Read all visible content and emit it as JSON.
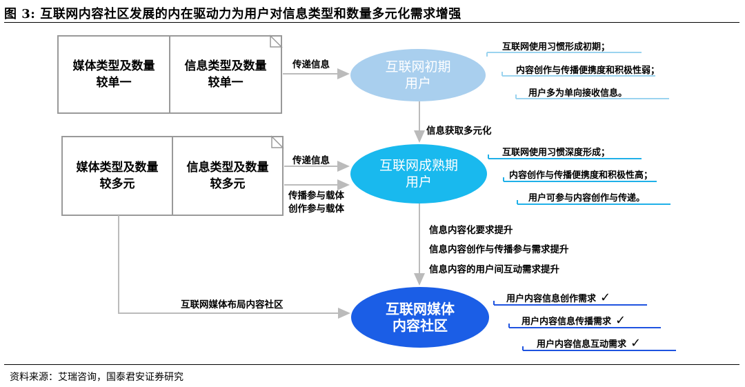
{
  "title": "图 3:  互联网内容社区发展的内在驱动力为用户对信息类型和数量多元化需求增强",
  "source": "资料来源：艾瑞咨询，国泰君安证券研究",
  "stage1": {
    "media_box": "媒体类型及数量\n较单一",
    "info_box": "信息类型及数量\n较单一",
    "arrow_label": "传递信息",
    "circle": "互联网初期\n用户",
    "notes": [
      "互联网使用习惯形成初期；",
      "内容创作与传播便携度和积极性弱；",
      "用户多为单向接收信息。"
    ]
  },
  "transition1": "信息获取多元化",
  "stage2": {
    "media_box": "媒体类型及数量\n较多元",
    "info_box": "信息类型及数量\n较多元",
    "arrow_label_1": "传递信息",
    "arrow_label_2": "传播参与载体\n创作参与载体",
    "circle": "互联网成熟期\n用户",
    "notes": [
      "互联网使用习惯深度形成；",
      "内容创作与传播便携度和积极性高；",
      "用户可参与内容创作与传递。"
    ]
  },
  "transition2": [
    "信息内容化要求提升",
    "信息内容创作与传播参与需求提升",
    "信息内容的用户间互动需求提升"
  ],
  "stage3": {
    "arrow_label": "互联网媒体布局内容社区",
    "circle": "互联网媒体\n内容社区",
    "needs": [
      "用户内容信息创作需求",
      "用户内容信息传播需求",
      "用户内容信息互动需求"
    ],
    "check_icon": "✓"
  },
  "colors": {
    "circle1": "#a9cfee",
    "circle2": "#19b9ee",
    "circle3": "#1b5ee6",
    "note_line1": "#9ad3ef",
    "note_line2": "#1fb0e8",
    "note_line3": "#1e53e0",
    "arrow": "#bbbbbb",
    "box_border": "#999999"
  }
}
